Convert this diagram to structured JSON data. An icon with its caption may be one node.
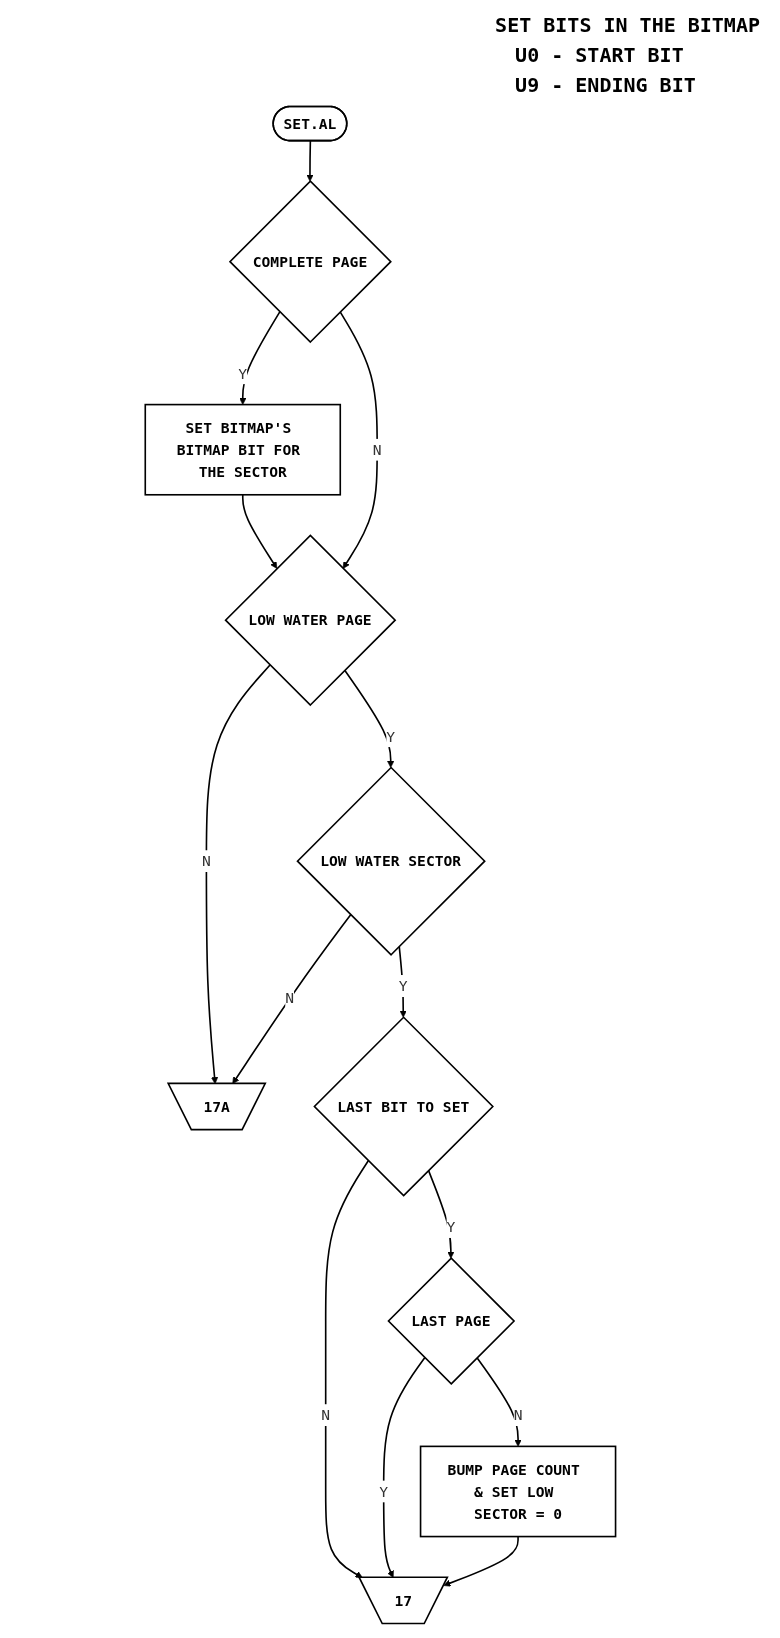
{
  "diagram": {
    "nodes": [
      {
        "text": [
          "SET.AL"
        ]
      },
      {
        "text": [
          "COMPLETE PAGE"
        ]
      },
      {
        "text": [
          "SET BITMAP'S BITMAP BIT FOR THE SECTOR"
        ]
      },
      {
        "text": [
          "LOW WATER PAGE"
        ]
      },
      {
        "text": [
          "LOW WATER SECTOR"
        ]
      },
      {
        "text": [
          "17A"
        ]
      },
      {
        "text": [
          "LAST BIT TO SET"
        ]
      },
      {
        "text": [
          "LAST PAGE"
        ]
      },
      {
        "text": [
          "BUMP PAGE COUNT & SET LOW SECTOR = 0"
        ]
      },
      {
        "text": [
          "17"
        ]
      }
    ],
    "edges": [
      {
        "from": 0,
        "to": 1,
        "arrow": "to"
      },
      {
        "from": 1,
        "to": 2,
        "label": "Y",
        "arrow": "to"
      },
      {
        "from": 2,
        "to": 3,
        "arrow": "to"
      },
      {
        "from": 1,
        "to": 3,
        "label": "N",
        "arrow": "to"
      },
      {
        "from": 3,
        "to": 5,
        "label": "N",
        "arrow": "to"
      },
      {
        "from": 3,
        "to": 4,
        "label": "Y",
        "arrow": "to"
      },
      {
        "from": 4,
        "to": 5,
        "label": "N",
        "arrow": "to"
      },
      {
        "from": 4,
        "to": 6,
        "label": "Y",
        "arrow": "to"
      },
      {
        "from": 6,
        "to": 9,
        "label": "N",
        "arrow": "to"
      },
      {
        "from": 6,
        "to": 7,
        "label": "Y",
        "arrow": "to"
      },
      {
        "from": 7,
        "to": 9,
        "label": "Y",
        "arrow": "to"
      },
      {
        "from": 7,
        "to": 8,
        "label": "N",
        "arrow": "to"
      },
      {
        "from": 8,
        "to": 9,
        "arrow": "to"
      }
    ],
    "labels": [
      "SET BITS IN THE BITMAP",
      "U0 - START BIT",
      "U9 - ENDING BIT"
    ]
  }
}
